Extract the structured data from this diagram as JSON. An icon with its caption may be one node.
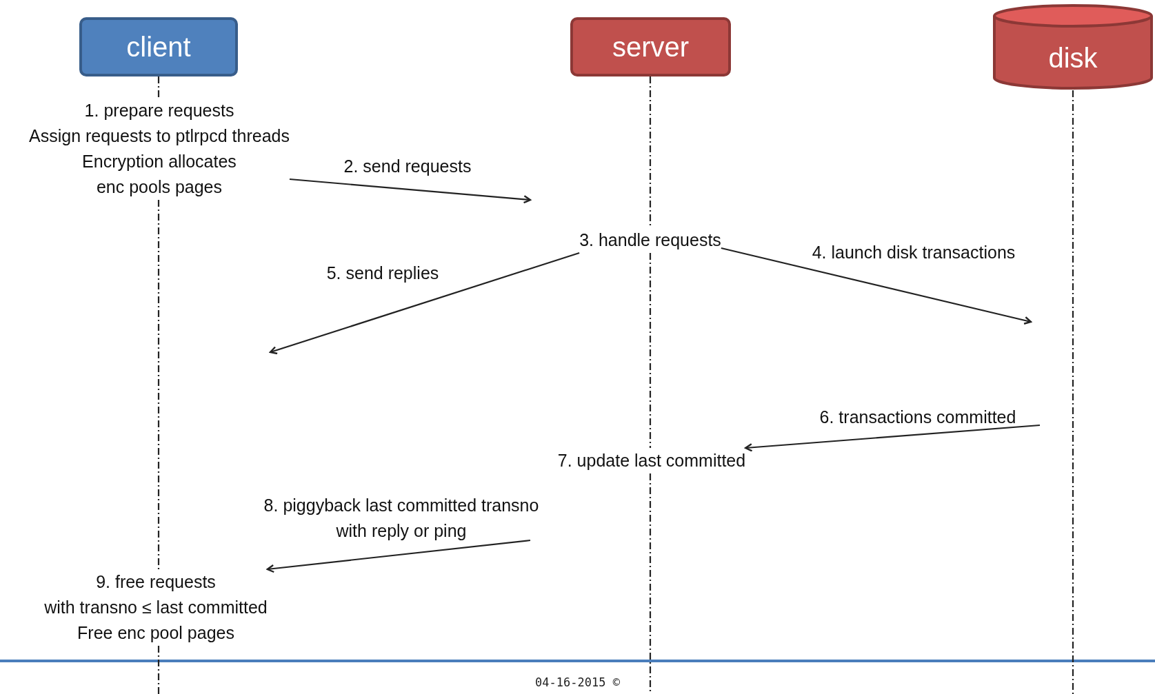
{
  "diagram": {
    "nodes": [
      {
        "text": [
          "client"
        ]
      },
      {
        "text": [
          "server"
        ]
      },
      {
        "text": [
          "disk"
        ]
      },
      {
        "text": [
          "1. prepare requests",
          "Assign requests to ptlrpcd threads",
          "Encryption allocates enc pools pages"
        ]
      },
      {
        "text": [
          "3. handle requests"
        ]
      },
      {
        "text": [
          "7. update last committed"
        ]
      },
      {
        "text": [
          "9. free requests",
          "with transno ≤ last committed",
          "Free enc pool pages"
        ]
      }
    ],
    "edges": [
      {
        "from": 3,
        "to": null,
        "arrow": "to",
        "label": "2. send requests"
      },
      {
        "from": 4,
        "to": null,
        "arrow": "to",
        "label": "4. launch disk transactions"
      },
      {
        "from": 4,
        "to": null,
        "arrow": "to",
        "label": "5. send replies"
      },
      {
        "from": null,
        "to": 5,
        "arrow": "to",
        "label": "6. transactions committed"
      },
      {
        "from": null,
        "to": 6,
        "arrow": "to",
        "label": "8. piggyback last committed transno with reply or ping"
      },
      {
        "from": 0,
        "to": 3,
        "arrow": "none",
        "style": "dashed"
      },
      {
        "from": 3,
        "to": 6,
        "arrow": "none",
        "style": "dashed"
      },
      {
        "from": 6,
        "to": null,
        "arrow": "none",
        "style": "dashed"
      },
      {
        "from": 1,
        "to": 4,
        "arrow": "none",
        "style": "dashed"
      },
      {
        "from": 4,
        "to": 5,
        "arrow": "none",
        "style": "dashed"
      },
      {
        "from": 5,
        "to": null,
        "arrow": "none",
        "style": "dashed"
      },
      {
        "from": 2,
        "to": null,
        "arrow": "none",
        "style": "dashed"
      }
    ],
    "labels": [
      "04-16-2015 ©"
    ]
  }
}
